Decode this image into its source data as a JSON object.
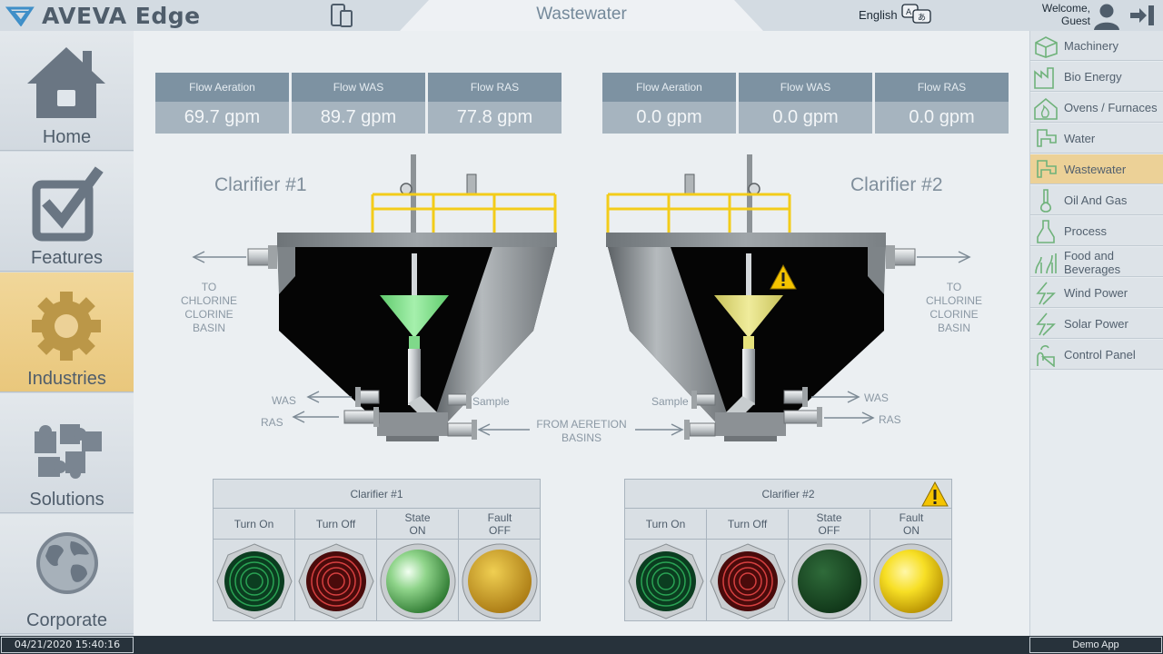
{
  "header": {
    "app_name": "AVEVA Edge",
    "page_title": "Wastewater",
    "language": "English",
    "welcome": "Welcome,",
    "user": "Guest"
  },
  "left_nav": [
    {
      "label": "Home",
      "icon": "home-icon",
      "active": false
    },
    {
      "label": "Features",
      "icon": "checkbox-icon",
      "active": false
    },
    {
      "label": "Industries",
      "icon": "gear-icon",
      "active": true
    },
    {
      "label": "Solutions",
      "icon": "puzzle-icon",
      "active": false
    },
    {
      "label": "Corporate",
      "icon": "globe-icon",
      "active": false
    }
  ],
  "industries": [
    {
      "label": "Machinery",
      "icon": "machinery-icon"
    },
    {
      "label": "Bio Energy",
      "icon": "bio-energy-icon"
    },
    {
      "label": "Ovens / Furnaces",
      "icon": "oven-icon"
    },
    {
      "label": "Water",
      "icon": "water-tap-icon"
    },
    {
      "label": "Wastewater",
      "icon": "wastewater-tap-icon",
      "active": true
    },
    {
      "label": "Oil And Gas",
      "icon": "oil-gas-icon"
    },
    {
      "label": "Process",
      "icon": "process-icon"
    },
    {
      "label": "Food and",
      "label2": "Beverages",
      "icon": "food-icon"
    },
    {
      "label": "Wind Power",
      "icon": "wind-power-icon"
    },
    {
      "label": "Solar Power",
      "icon": "solar-power-icon"
    },
    {
      "label": "Control Panel",
      "icon": "control-panel-icon"
    }
  ],
  "flows": {
    "clarifier1": [
      {
        "label": "Flow Aeration",
        "value": "69.7 gpm"
      },
      {
        "label": "Flow WAS",
        "value": "89.7 gpm"
      },
      {
        "label": "Flow RAS",
        "value": "77.8 gpm"
      }
    ],
    "clarifier2": [
      {
        "label": "Flow Aeration",
        "value": "0.0 gpm"
      },
      {
        "label": "Flow WAS",
        "value": "0.0 gpm"
      },
      {
        "label": "Flow RAS",
        "value": "0.0 gpm"
      }
    ]
  },
  "diagram": {
    "clarifier1_title": "Clarifier #1",
    "clarifier2_title": "Clarifier #2",
    "to_chlorine": "TO",
    "chlorine": "CHLORINE",
    "clorine": "CLORINE",
    "basin": "BASIN",
    "was": "WAS",
    "ras": "RAS",
    "sample": "Sample",
    "from_aeration": "FROM AERETION",
    "basins": "BASINS"
  },
  "panels": {
    "clarifier1": {
      "title": "Clarifier #1",
      "turn_on": "Turn On",
      "turn_off": "Turn Off",
      "state_label": "State",
      "state_value": "ON",
      "fault_label": "Fault",
      "fault_value": "OFF",
      "warning": false
    },
    "clarifier2": {
      "title": "Clarifier #2",
      "turn_on": "Turn On",
      "turn_off": "Turn Off",
      "state_label": "State",
      "state_value": "OFF",
      "fault_label": "Fault",
      "fault_value": "ON",
      "warning": true
    }
  },
  "footer": {
    "datetime": "04/21/2020 15:40:16",
    "app": "Demo App"
  },
  "colors": {
    "accent": "#ecd197",
    "header": "#d3dbe2",
    "flow_head": "#7d92a2",
    "flow_value": "#a6b4bf",
    "cone_on": "#7ee08a",
    "cone_fault": "#e4e07a",
    "warning": "#f5c400"
  }
}
